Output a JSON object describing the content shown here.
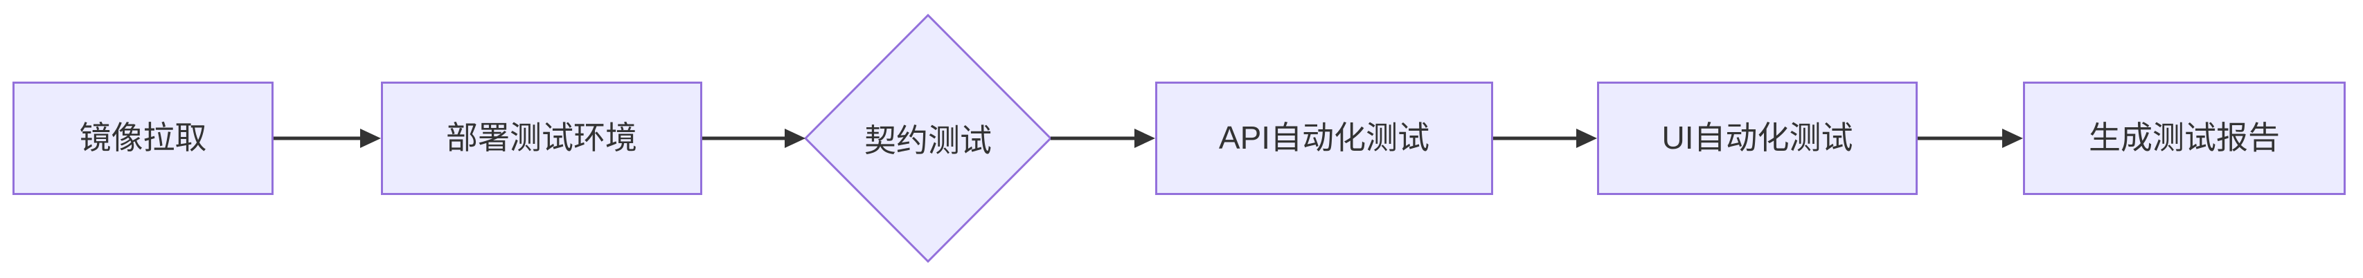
{
  "diagram": {
    "type": "flowchart",
    "direction": "left-to-right",
    "nodes": [
      {
        "id": "A",
        "label": "镜像拉取",
        "shape": "rectangle"
      },
      {
        "id": "B",
        "label": "部署测试环境",
        "shape": "rectangle"
      },
      {
        "id": "C",
        "label": "契约测试",
        "shape": "diamond"
      },
      {
        "id": "D",
        "label": "API自动化测试",
        "shape": "rectangle"
      },
      {
        "id": "E",
        "label": "UI自动化测试",
        "shape": "rectangle"
      },
      {
        "id": "F",
        "label": "生成测试报告",
        "shape": "rectangle"
      }
    ],
    "edges": [
      {
        "from": "镜像拉取",
        "to": "部署测试环境"
      },
      {
        "from": "部署测试环境",
        "to": "契约测试"
      },
      {
        "from": "契约测试",
        "to": "API自动化测试"
      },
      {
        "from": "API自动化测试",
        "to": "UI自动化测试"
      },
      {
        "from": "UI自动化测试",
        "to": "生成测试报告"
      }
    ],
    "colors": {
      "node_fill": "#ECECFF",
      "node_border": "#9370DB",
      "text": "#333333",
      "arrow": "#333333",
      "background": "#FFFFFF"
    }
  }
}
